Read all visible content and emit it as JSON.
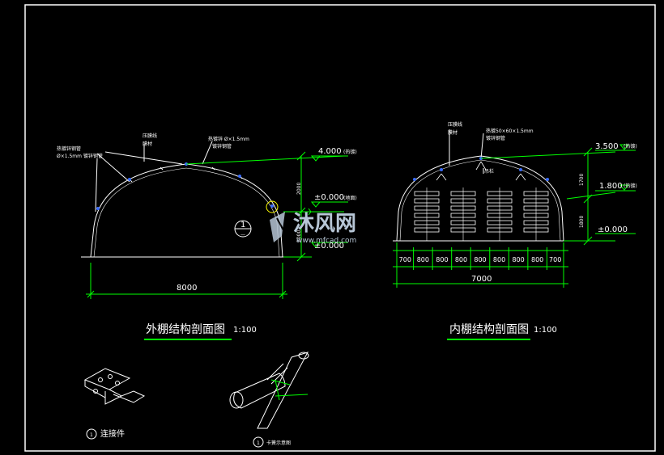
{
  "colors": {
    "background": "#000000",
    "frame": "#ffffff",
    "dimension": "#00ff00",
    "title_underline": "#00ff00",
    "node": "#3a6cff",
    "watermark": "#b7c6d6"
  },
  "outer": {
    "caption": "外棚结构剖面图",
    "scale": "1:100",
    "callout_left_1": "热镀锌钢管",
    "callout_left_2": "Ø×1.5mm 镀锌钢管",
    "callout_top": "压膜线",
    "callout_top_2": "膜材",
    "callout_arch": "热镀锌 Ø×1.5mm",
    "callout_arch_2": "镀锌钢管",
    "elev_top": "4.000",
    "elev_top_tag": "(热镀)",
    "elev_mid": "±0.000",
    "elev_mid_tag": "(地面)",
    "elev_bot": "±0.000",
    "dim_upper": "2000",
    "dim_lower": "2000",
    "dim_width": "8000",
    "detail_mark": "1",
    "detail_mark_sub": "—"
  },
  "inner": {
    "caption": "内棚结构剖面图",
    "scale": "1:100",
    "callout_1": "压膜线",
    "callout_1b": "膜材",
    "callout_2": "热镀50×60×1.5mm",
    "callout_2b": "镀锌钢管",
    "callout_3": "吊栏",
    "elev_top": "3.500",
    "elev_top_tag": "(热镀)",
    "elev_mid": "1.800",
    "elev_mid_tag": "(热镀)",
    "elev_bot": "±0.000",
    "dim_upper": "1700",
    "dim_lower": "1800",
    "bay_dims": [
      "700",
      "800",
      "800",
      "800",
      "800",
      "800",
      "800",
      "800",
      "700"
    ],
    "dim_width": "7000"
  },
  "details": {
    "connector_num": "1",
    "connector_label": "连接件",
    "clamp_num": "1",
    "clamp_label": "卡簧示意图"
  },
  "watermark": {
    "name": "沐风网",
    "url": "www.mfcad.com"
  }
}
